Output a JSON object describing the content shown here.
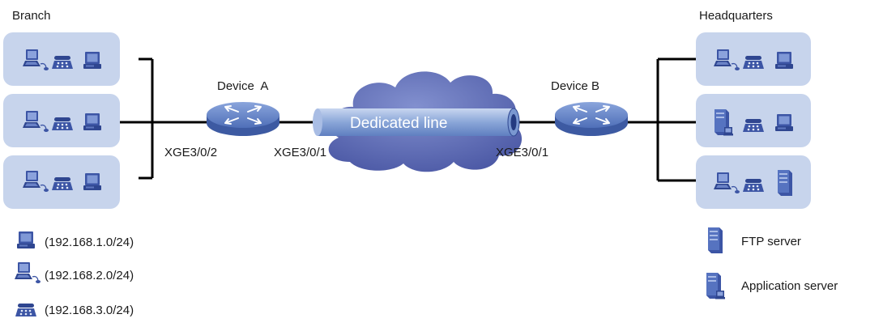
{
  "groups": {
    "branch": "Branch",
    "headquarters": "Headquarters"
  },
  "devices": {
    "device_a": "Device  A",
    "device_b": "Device B"
  },
  "link": {
    "dedicated_line": "Dedicated line"
  },
  "interfaces": {
    "device_a_lan": "XGE3/0/2",
    "device_a_wan": "XGE3/0/1",
    "device_b_wan": "XGE3/0/1"
  },
  "legend": {
    "pc_subnet": "(192.168.1.0/24)",
    "laptop_subnet": "(192.168.2.0/24)",
    "phone_subnet": "(192.168.3.0/24)",
    "ftp_server": "FTP server",
    "app_server": "Application server"
  },
  "colors": {
    "group_box": "#c7d4ec",
    "router": "#5d7ec4",
    "cloud": "#5d6cb4",
    "tube": "#8aa6d8",
    "device_dark": "#3c55a5"
  },
  "icons": [
    "pc-icon",
    "laptop-icon",
    "ip-phone-icon",
    "router-icon",
    "cloud-icon",
    "ftp-server-icon",
    "application-server-icon"
  ]
}
